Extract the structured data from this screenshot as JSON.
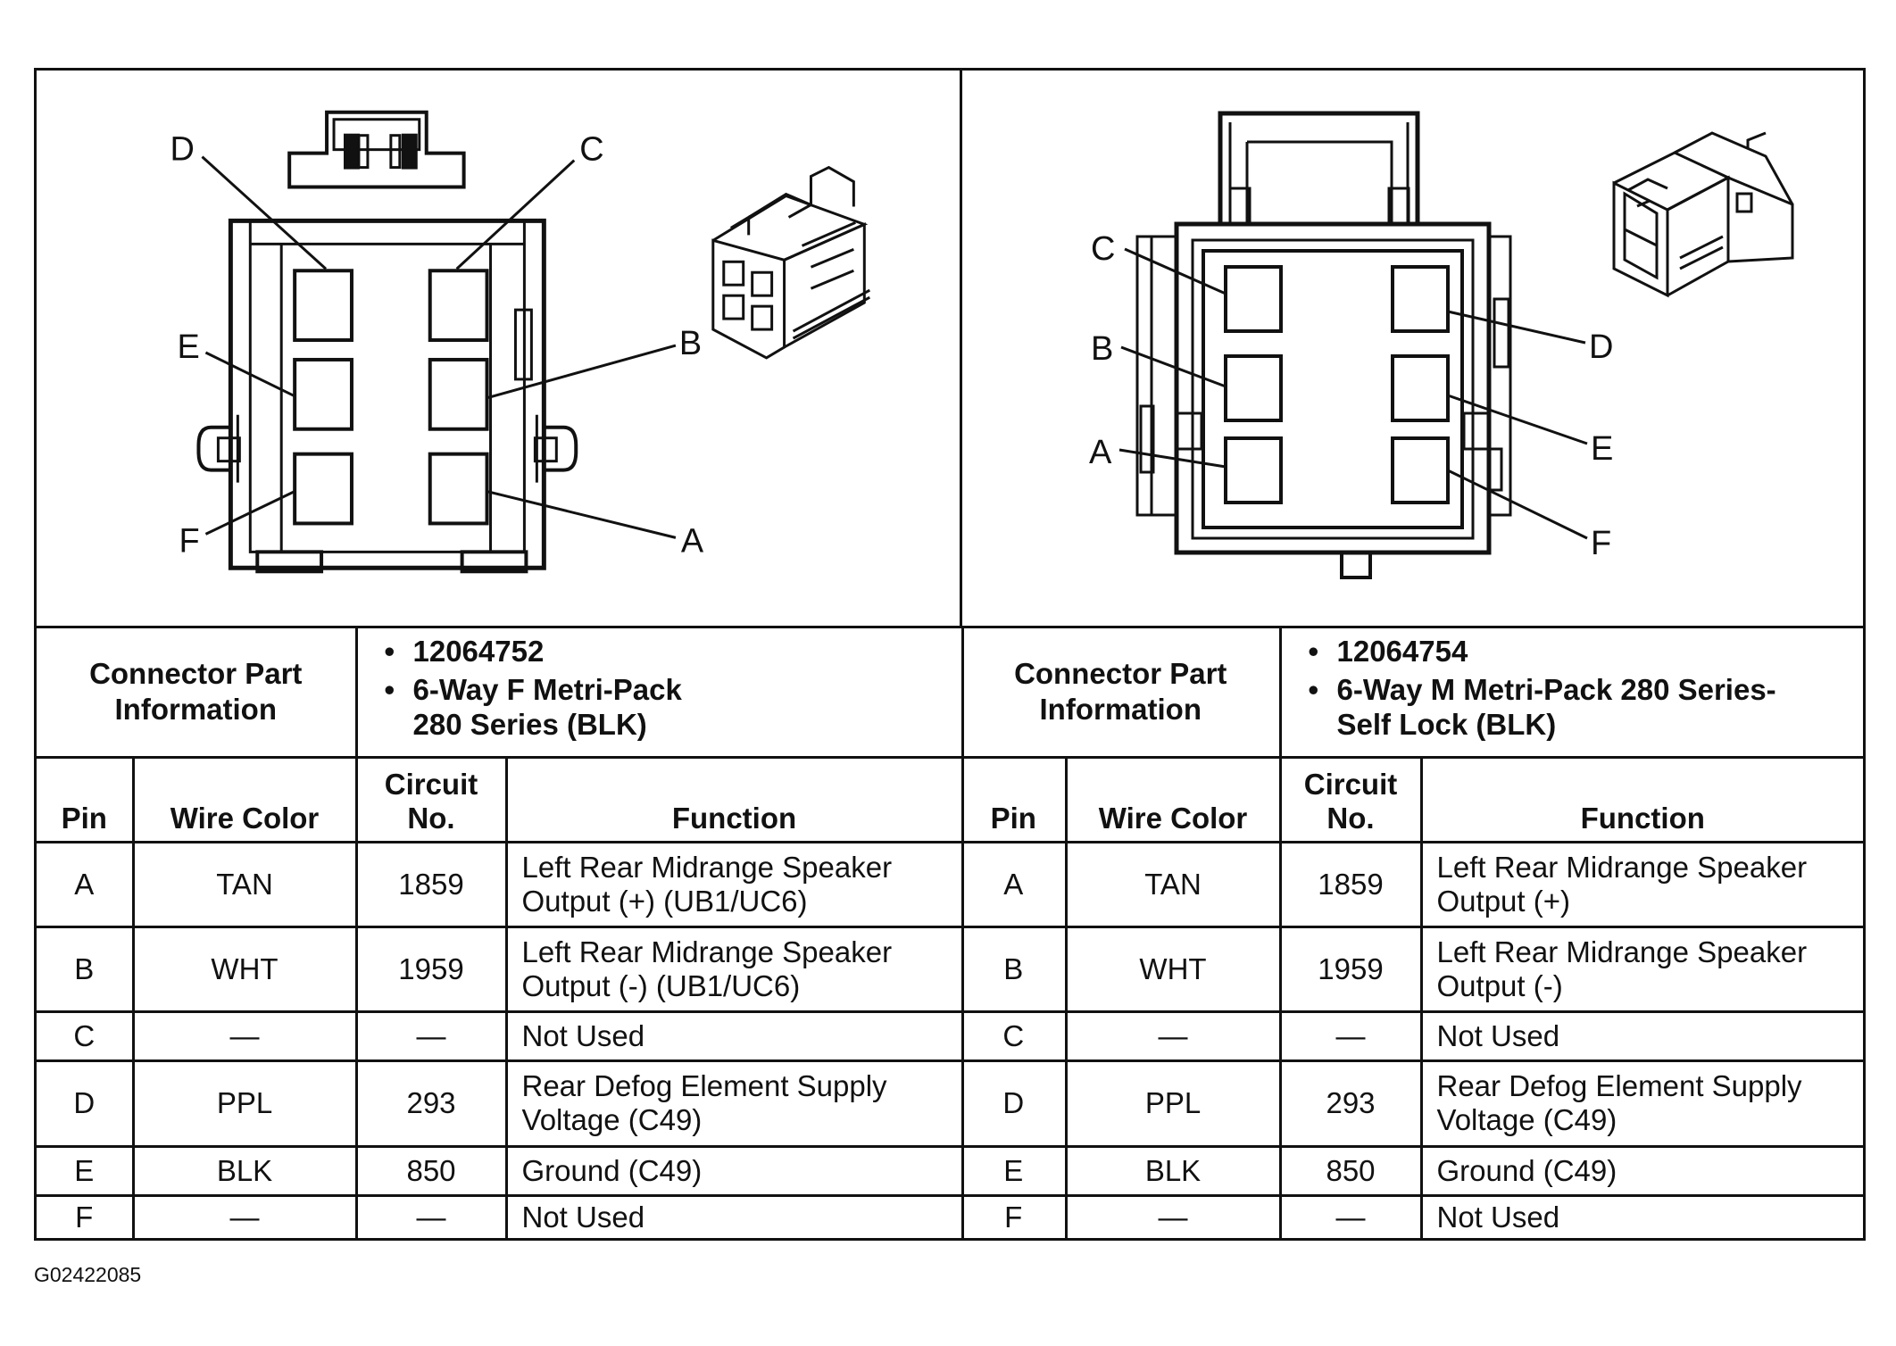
{
  "left_connector": {
    "pin_labels": [
      "A",
      "B",
      "C",
      "D",
      "E",
      "F"
    ],
    "info_label": "Connector Part Information",
    "part_number": "12064752",
    "description_line1": "6-Way F Metri-Pack",
    "description_line2": "280 Series (BLK)",
    "headers": {
      "pin": "Pin",
      "wire_color": "Wire Color",
      "circuit_line1": "Circuit",
      "circuit_line2": "No.",
      "function": "Function"
    },
    "rows": [
      {
        "pin": "A",
        "wire_color": "TAN",
        "circuit": "1859",
        "function_line1": "Left Rear Midrange Speaker",
        "function_line2": "Output (+) (UB1/UC6)"
      },
      {
        "pin": "B",
        "wire_color": "WHT",
        "circuit": "1959",
        "function_line1": "Left Rear Midrange Speaker",
        "function_line2": "Output (-) (UB1/UC6)"
      },
      {
        "pin": "C",
        "wire_color": "—",
        "circuit": "—",
        "function_line1": "Not Used",
        "function_line2": ""
      },
      {
        "pin": "D",
        "wire_color": "PPL",
        "circuit": "293",
        "function_line1": "Rear Defog Element Supply",
        "function_line2": "Voltage (C49)"
      },
      {
        "pin": "E",
        "wire_color": "BLK",
        "circuit": "850",
        "function_line1": "Ground (C49)",
        "function_line2": ""
      },
      {
        "pin": "F",
        "wire_color": "—",
        "circuit": "—",
        "function_line1": "Not Used",
        "function_line2": ""
      }
    ]
  },
  "right_connector": {
    "pin_labels": [
      "A",
      "B",
      "C",
      "D",
      "E",
      "F"
    ],
    "info_label": "Connector Part Information",
    "part_number": "12064754",
    "description_line1": "6-Way M Metri-Pack 280 Series-",
    "description_line2": "Self Lock (BLK)",
    "headers": {
      "pin": "Pin",
      "wire_color": "Wire Color",
      "circuit_line1": "Circuit",
      "circuit_line2": "No.",
      "function": "Function"
    },
    "rows": [
      {
        "pin": "A",
        "wire_color": "TAN",
        "circuit": "1859",
        "function_line1": "Left Rear Midrange Speaker",
        "function_line2": "Output (+)"
      },
      {
        "pin": "B",
        "wire_color": "WHT",
        "circuit": "1959",
        "function_line1": "Left Rear Midrange Speaker",
        "function_line2": "Output (-)"
      },
      {
        "pin": "C",
        "wire_color": "—",
        "circuit": "—",
        "function_line1": "Not Used",
        "function_line2": ""
      },
      {
        "pin": "D",
        "wire_color": "PPL",
        "circuit": "293",
        "function_line1": "Rear Defog Element Supply",
        "function_line2": "Voltage (C49)"
      },
      {
        "pin": "E",
        "wire_color": "BLK",
        "circuit": "850",
        "function_line1": "Ground (C49)",
        "function_line2": ""
      },
      {
        "pin": "F",
        "wire_color": "—",
        "circuit": "—",
        "function_line1": "Not Used",
        "function_line2": ""
      }
    ]
  },
  "reference_code": "G02422085",
  "colors": {
    "line": "#111111",
    "background": "#ffffff"
  }
}
